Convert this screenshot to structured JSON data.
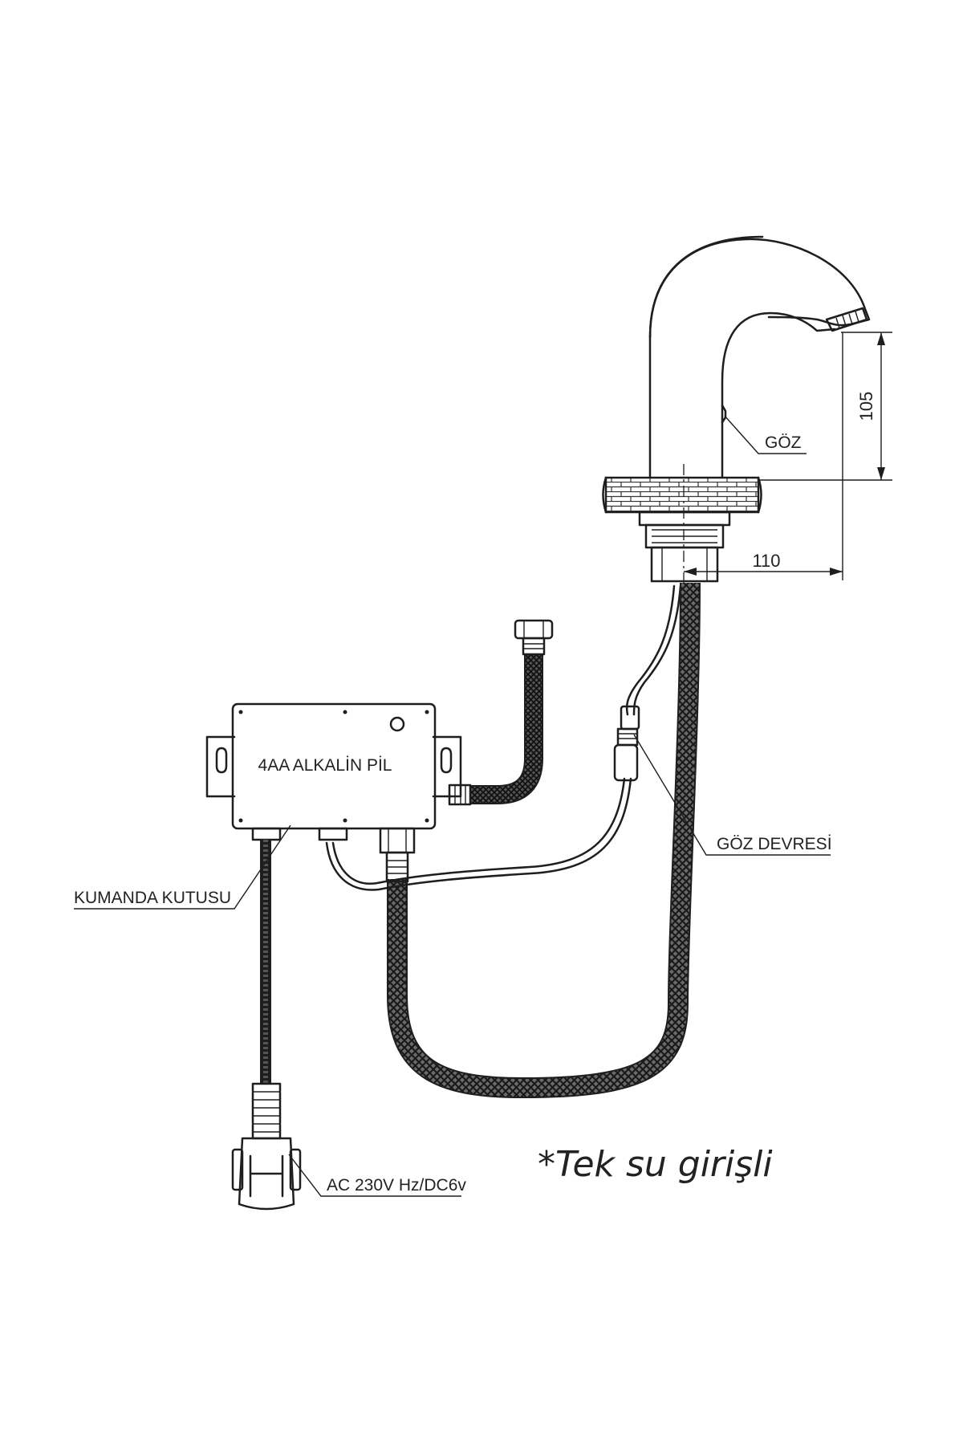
{
  "labels": {
    "goz": "GÖZ",
    "goz_devresi": "GÖZ DEVRESİ",
    "kumanda_kutusu": "KUMANDA KUTUSU",
    "power": "AC 230V Hz/DC6v",
    "battery": "4AA ALKALİN PİL"
  },
  "dimensions": {
    "height": "105",
    "reach": "110"
  },
  "note": "*Tek su girişli",
  "colors": {
    "line": "#1e1e1e",
    "hose": "#4a4a4a",
    "background": "#ffffff"
  }
}
